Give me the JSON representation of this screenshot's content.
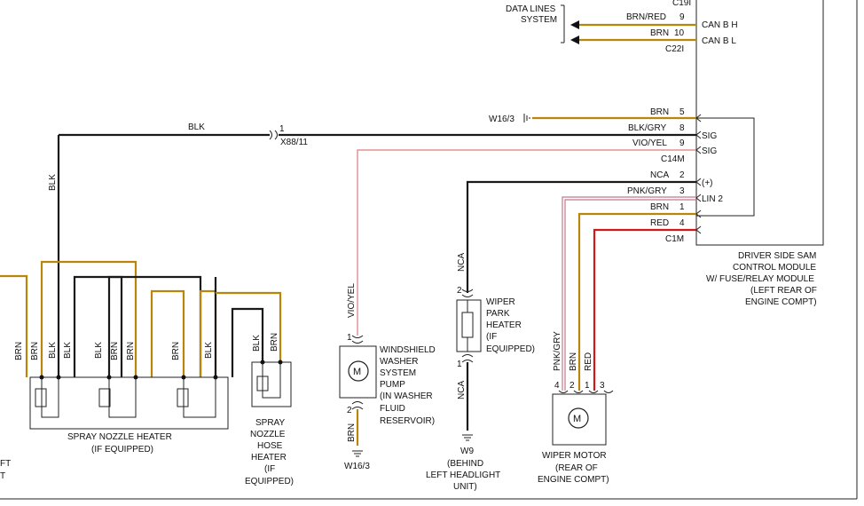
{
  "top_connector": "C19I",
  "data_lines": {
    "line1": "DATA LINES",
    "line2": "SYSTEM"
  },
  "can_h": {
    "wire": "BRN/RED",
    "pin": "9",
    "label": "CAN B H"
  },
  "can_l": {
    "wire": "BRN",
    "pin": "10",
    "label": "CAN B L"
  },
  "c22i": "C22I",
  "w163_top": {
    "ground": "W16/3",
    "wire": "BRN",
    "pin": "5"
  },
  "blk_main": {
    "wire": "BLK",
    "pin": "1",
    "connector": "X88/11",
    "wire2": "BLK/GRY",
    "pin2": "8",
    "sig1": "SIG"
  },
  "vio_row": {
    "wire": "VIO/YEL",
    "pin": "9",
    "sig": "SIG"
  },
  "c14m": "C14M",
  "nca_row": {
    "wire": "NCA",
    "pin": "2",
    "label": "(+)"
  },
  "pnk_row": {
    "wire": "PNK/GRY",
    "pin": "3",
    "label": "LIN 2"
  },
  "brn_row": {
    "wire": "BRN",
    "pin": "1"
  },
  "red_row": {
    "wire": "RED",
    "pin": "4"
  },
  "c1m": "C1M",
  "sam": {
    "l1": "DRIVER SIDE SAM",
    "l2": "CONTROL MODULE",
    "l3": "W/ FUSE/RELAY MODULE",
    "l4": "(LEFT REAR OF",
    "l5": "ENGINE COMPT)"
  },
  "blk_vert": "BLK",
  "spray_wires": [
    "BRN",
    "BRN",
    "BLK",
    "BLK",
    "BLK",
    "BRN",
    "BRN",
    "BRN",
    "BLK"
  ],
  "spray_heater": {
    "l1": "SPRAY NOZZLE HEATER",
    "l2": "(IF EQUIPPED)"
  },
  "hose_wires": [
    "BLK",
    "BRN"
  ],
  "hose_heater": [
    "SPRAY",
    "NOZZLE",
    "HOSE",
    "HEATER",
    "(IF",
    "EQUIPPED)"
  ],
  "left_partial": [
    "FT",
    "T"
  ],
  "pump": {
    "wire_top": "VIO/YEL",
    "pin_top": "1",
    "pin_bot": "2",
    "wire_bot": "BRN",
    "ground": "W16/3",
    "label": [
      "WINDSHIELD",
      "WASHER",
      "SYSTEM",
      "PUMP",
      "(IN WASHER",
      "FLUID",
      "RESERVOIR)"
    ]
  },
  "park": {
    "wire_top": "NCA",
    "pin_top": "2",
    "pin_bot": "1",
    "wire_bot": "NCA",
    "ground": "W9",
    "ground_label": [
      "(BEHIND",
      "LEFT HEADLIGHT",
      "UNIT)"
    ],
    "label": [
      "WIPER",
      "PARK",
      "HEATER",
      "(IF",
      "EQUIPPED)"
    ]
  },
  "motor": {
    "wires": [
      "PNK/GRY",
      "BRN",
      "RED"
    ],
    "pins": [
      "4",
      "2",
      "1",
      "3"
    ],
    "label": [
      "WIPER MOTOR",
      "(REAR OF",
      "ENGINE COMPT)"
    ]
  },
  "colors": {
    "blk": "#1a1a1a",
    "brn": "#b8860b",
    "red": "#d01818",
    "vio": "#e07a7a"
  }
}
